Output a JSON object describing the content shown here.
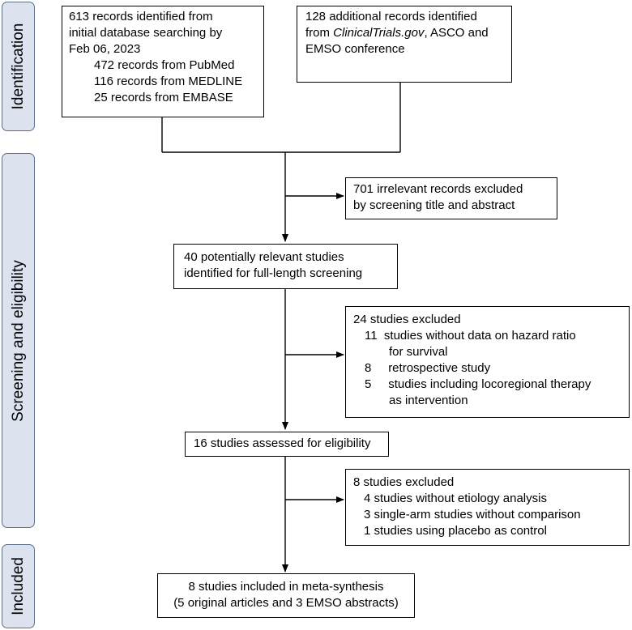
{
  "stages": {
    "identification": "Identification",
    "screening": "Screening and eligibility",
    "included": "Included"
  },
  "boxes": {
    "database": {
      "lines": [
        "613 records identified from",
        "initial database searching by",
        "Feb 06, 2023"
      ],
      "sub": [
        "472 records from PubMed",
        "116 records from MEDLINE",
        "25 records from EMBASE"
      ]
    },
    "additional": {
      "line1_pre": "128 additional records identified",
      "line2_pre": "from ",
      "line2_italic": "ClinicalTrials.gov",
      "line2_post": ", ASCO and",
      "line3": "EMSO conference"
    },
    "excluded_screening": {
      "lines": [
        "701 irrelevant records excluded",
        "by screening title and abstract"
      ]
    },
    "potentially_relevant": {
      "lines": [
        "40 potentially relevant studies",
        "identified for full-length screening"
      ]
    },
    "excluded_fulltext": {
      "title": "24 studies excluded",
      "items": [
        {
          "n": "11",
          "text": "studies without data on hazard ratio",
          "cont": "for survival"
        },
        {
          "n": "8",
          "text": "retrospective study"
        },
        {
          "n": "5",
          "text": "studies including locoregional therapy",
          "cont": "as intervention"
        }
      ]
    },
    "eligibility": {
      "text": "16 studies assessed for eligibility"
    },
    "excluded_eligibility": {
      "title": "8 studies excluded",
      "items": [
        "4  studies without etiology analysis",
        "3  single-arm studies without comparison",
        "1  studies using placebo as control"
      ]
    },
    "included": {
      "lines": [
        "8 studies included in meta-synthesis",
        "(5 original articles and 3 EMSO abstracts)"
      ]
    }
  }
}
